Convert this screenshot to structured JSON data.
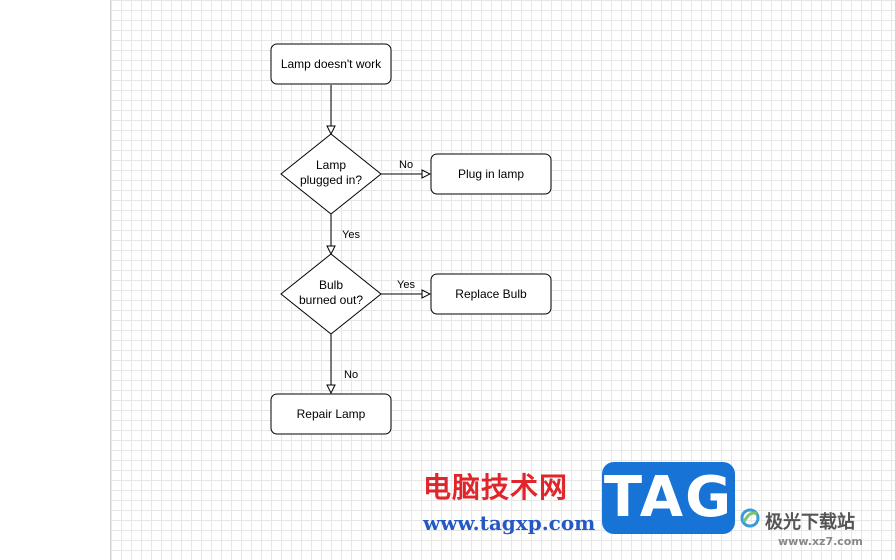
{
  "nodes": {
    "start": "Lamp doesn't work",
    "plugged_decision": [
      "Lamp",
      "plugged in?"
    ],
    "plug_in": "Plug in lamp",
    "bulb_decision": [
      "Bulb",
      "burned out?"
    ],
    "replace_bulb": "Replace Bulb",
    "repair": "Repair Lamp"
  },
  "edges": {
    "plugged_no": "No",
    "plugged_yes": "Yes",
    "bulb_yes": "Yes",
    "bulb_no": "No"
  },
  "watermark": {
    "site_cn": "电脑技术网",
    "site_url": "www.tagxp.com",
    "tag": "TAG",
    "brand_cn": "极光下载站",
    "brand_url": "www.xz7.com"
  },
  "colors": {
    "grid": "#e7e7e7",
    "stroke": "#000000",
    "watermark_red": "#e0262b",
    "watermark_blue": "#1774d6"
  }
}
